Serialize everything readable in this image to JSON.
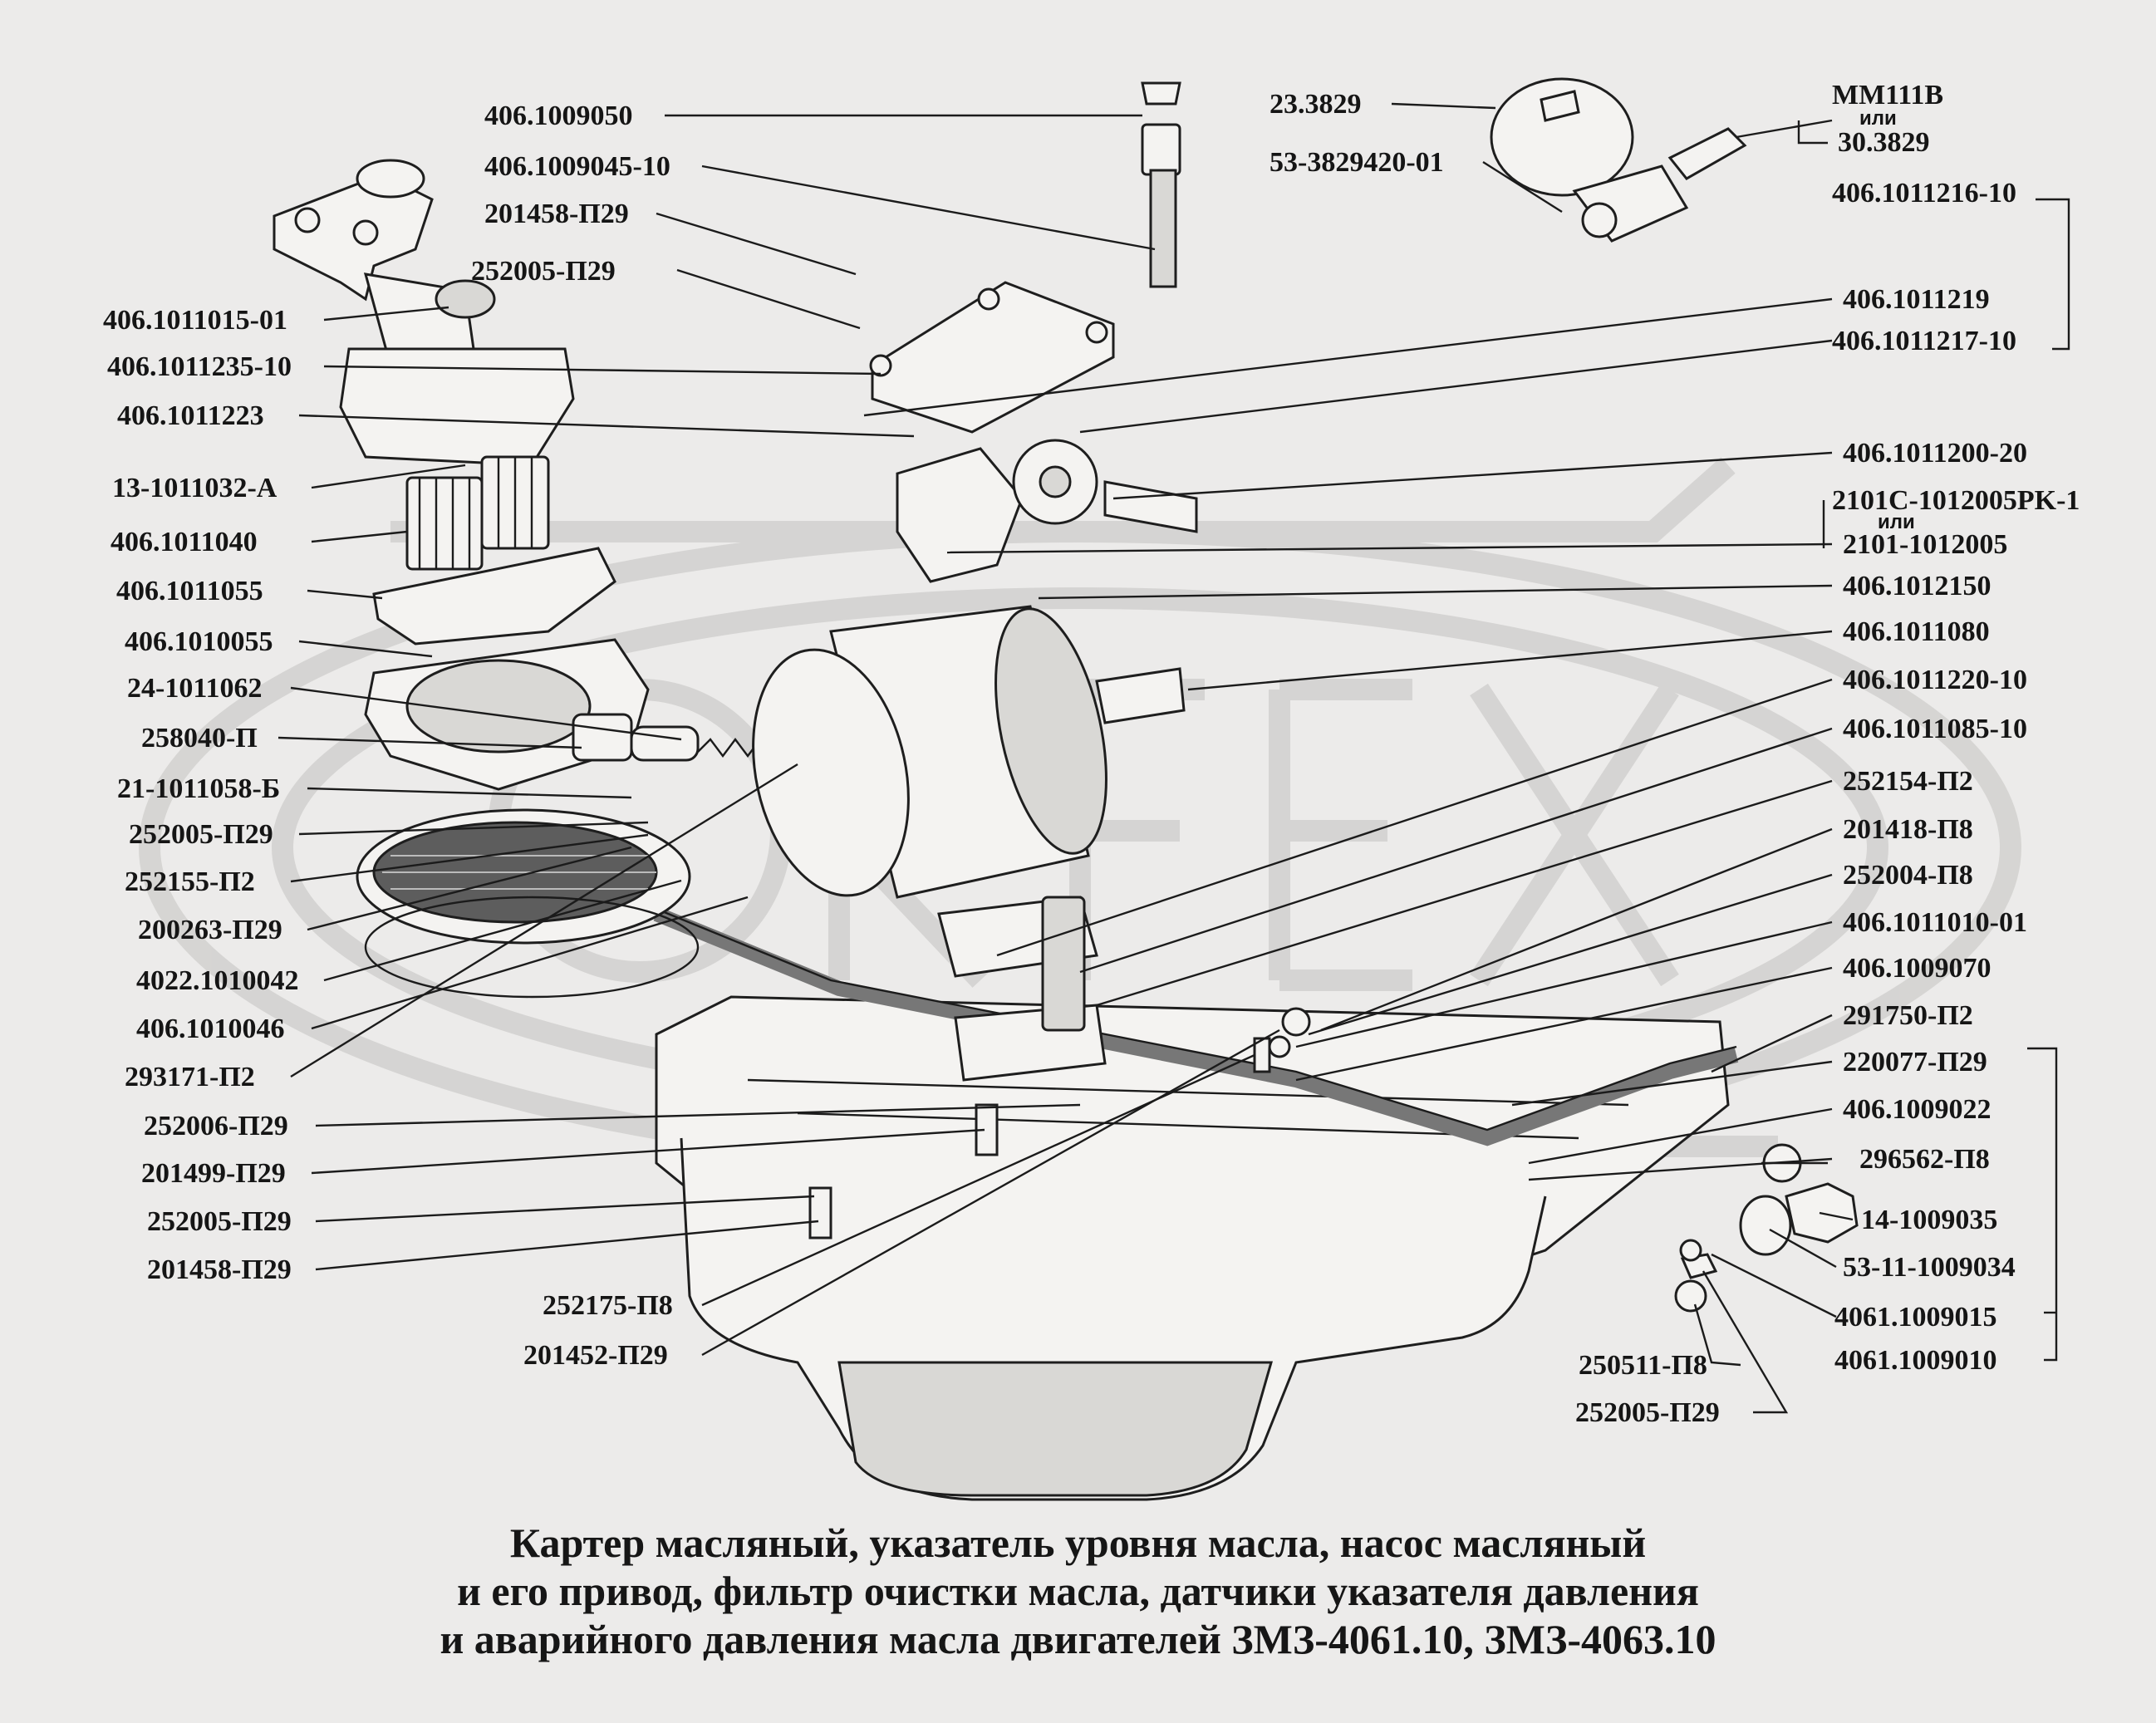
{
  "caption": {
    "line1": "Картер масляный, указатель уровня масла, насос масляный",
    "line2": "и его привод, фильтр очистки масла, датчики указателя давления",
    "line3": "и аварийного давления масла двигателей ЗМЗ-4061.10, ЗМЗ-4063.10"
  },
  "watermark": {
    "text": "ORFEX",
    "color": "#d2d1cf"
  },
  "labels_left": [
    "406.1009050",
    "406.1009045-10",
    "201458-П29",
    "252005-П29",
    "406.1011015-01",
    "406.1011235-10",
    "406.1011223",
    "13-1011032-А",
    "406.1011040",
    "406.1011055",
    "406.1010055",
    "24-1011062",
    "258040-П",
    "21-1011058-Б",
    "252005-П29",
    "252155-П2",
    "200263-П29",
    "4022.1010042",
    "406.1010046",
    "293171-П2",
    "252006-П29",
    "201499-П29",
    "252005-П29",
    "201458-П29",
    "252175-П8",
    "201452-П29"
  ],
  "labels_top_sensor": [
    "23.3829",
    "53-3829420-01"
  ],
  "labels_right": [
    "MM111B",
    "или",
    "30.3829",
    "406.1011216-10",
    "406.1011219",
    "406.1011217-10",
    "406.1011200-20",
    "2101C-1012005PK-1",
    "или",
    "2101-1012005",
    "406.1012150",
    "406.1011080",
    "406.1011220-10",
    "406.1011085-10",
    "252154-П2",
    "201418-П8",
    "252004-П8",
    "406.1011010-01",
    "406.1009070",
    "291750-П2",
    "220077-П29",
    "406.1009022",
    "296562-П8",
    "14-1009035",
    "53-11-1009034",
    "4061.1009015",
    "4061.1009010",
    "250511-П8",
    "252005-П29"
  ]
}
